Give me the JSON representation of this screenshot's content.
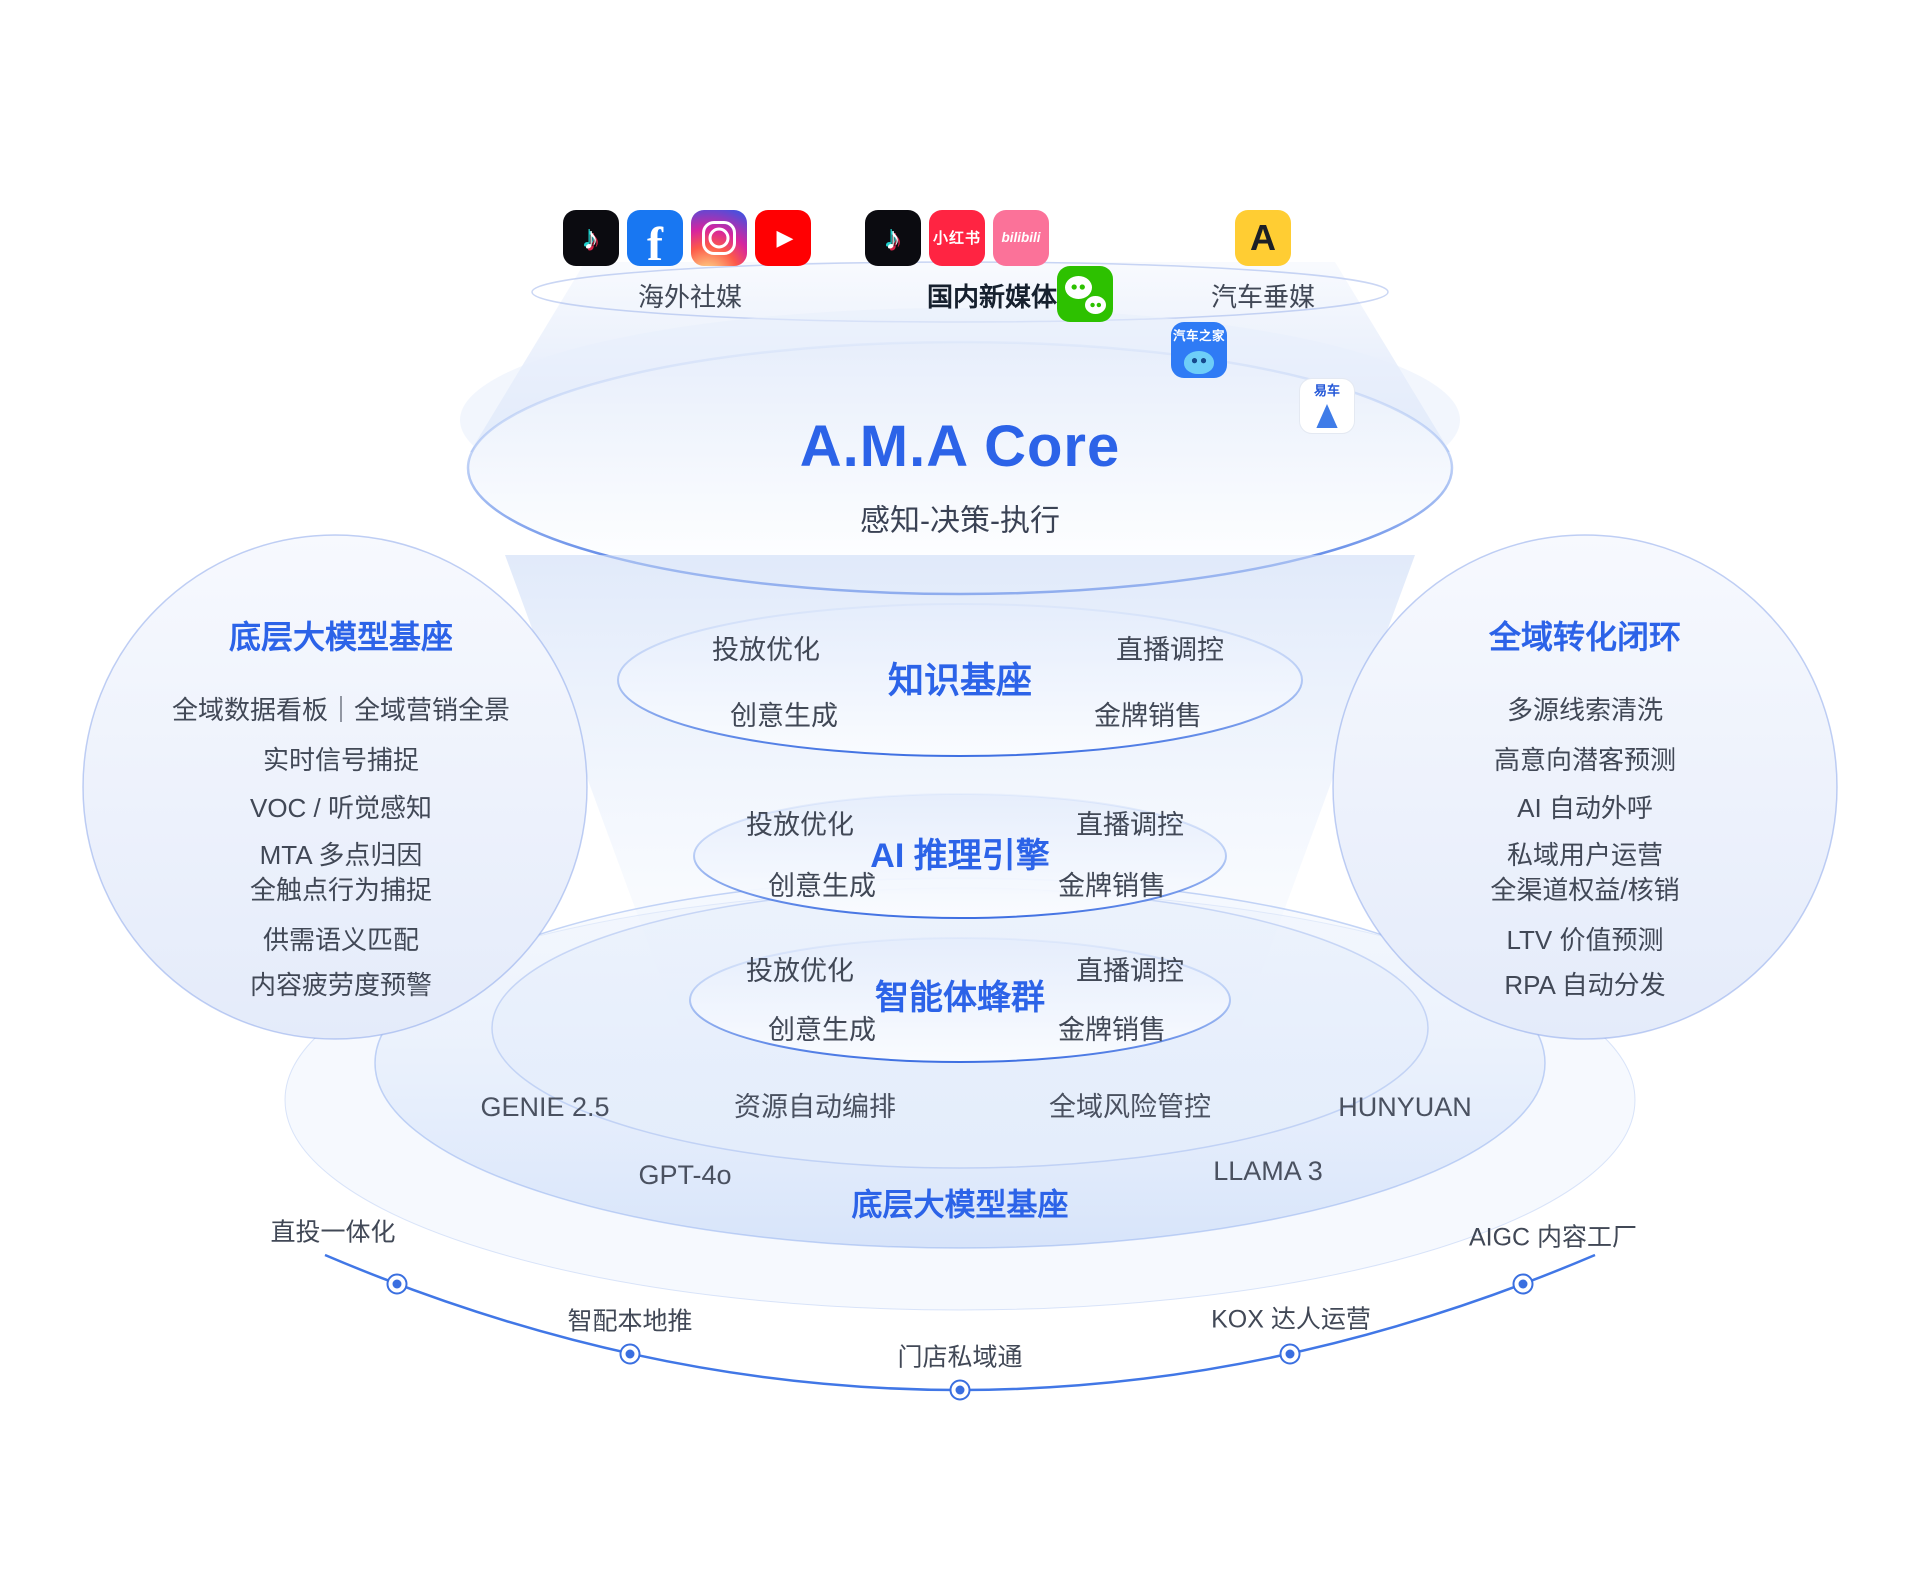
{
  "colors": {
    "accent": "#2c63e8",
    "body_text": "#414856",
    "arc_blue": "#4177e6"
  },
  "channels": {
    "groups": [
      {
        "label": "海外社媒",
        "icons": [
          {
            "name": "tiktok-icon",
            "glyph": "♪"
          },
          {
            "name": "facebook-icon",
            "glyph": "f"
          },
          {
            "name": "instagram-icon",
            "glyph": ""
          },
          {
            "name": "youtube-icon",
            "glyph": "▶"
          }
        ]
      },
      {
        "label": "国内新媒体",
        "icons": [
          {
            "name": "douyin-icon",
            "glyph": "♪"
          },
          {
            "name": "xiaohongshu-icon",
            "glyph": "小红书"
          },
          {
            "name": "bilibili-icon",
            "glyph": "bilibili"
          },
          {
            "name": "wechat-icon",
            "glyph": ""
          }
        ]
      },
      {
        "label": "汽车垂媒",
        "icons": [
          {
            "name": "autohome-icon",
            "glyph": "汽车之家"
          },
          {
            "name": "dongchedi-icon",
            "glyph": "A"
          },
          {
            "name": "yiche-icon",
            "glyph": "易车"
          }
        ]
      }
    ]
  },
  "core": {
    "title": "A.M.A Core",
    "subtitle": "感知-决策-执行"
  },
  "layers": [
    {
      "title": "知识基座",
      "left": [
        "投放优化",
        "创意生成"
      ],
      "right": [
        "直播调控",
        "金牌销售"
      ]
    },
    {
      "title": "AI 推理引擎",
      "left": [
        "投放优化",
        "创意生成"
      ],
      "right": [
        "直播调控",
        "金牌销售"
      ]
    },
    {
      "title": "智能体蜂群",
      "left": [
        "投放优化",
        "创意生成"
      ],
      "right": [
        "直播调控",
        "金牌销售"
      ]
    }
  ],
  "left_panel": {
    "title": "底层大模型基座",
    "items": [
      "全域数据看板｜全域营销全景",
      "实时信号捕捉",
      "VOC / 听觉感知",
      "MTA 多点归因",
      "全触点行为捕捉",
      "供需语义匹配",
      "内容疲劳度预警"
    ]
  },
  "right_panel": {
    "title": "全域转化闭环",
    "items": [
      "多源线索清洗",
      "高意向潜客预测",
      "AI 自动外呼",
      "私域用户运营",
      "全渠道权益/核销",
      "LTV 价值预测",
      "RPA 自动分发"
    ]
  },
  "foundation": {
    "title": "底层大模型基座",
    "row1": [
      "GENIE 2.5",
      "资源自动编排",
      "全域风险管控",
      "HUNYUAN"
    ],
    "row2": [
      "GPT-4o",
      "LLAMA 3"
    ]
  },
  "bottom_arc": {
    "nodes": [
      "直投一体化",
      "智配本地推",
      "门店私域通",
      "KOX 达人运营",
      "AIGC 内容工厂"
    ]
  }
}
